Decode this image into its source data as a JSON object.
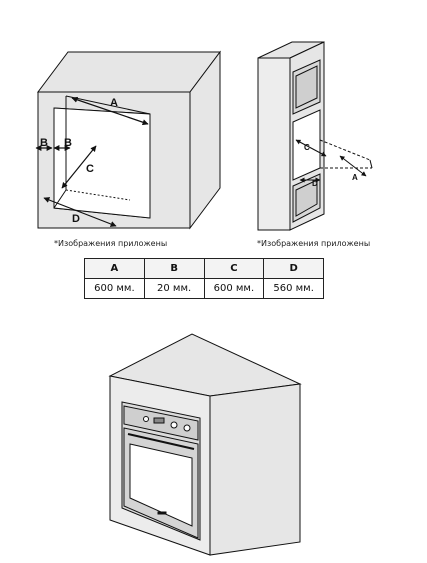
{
  "captions": {
    "left": "*Изображения приложены",
    "right": "*Изображения приложены"
  },
  "niche_labels": {
    "a": "A",
    "b_left": "B",
    "b_right": "B",
    "c": "C",
    "d": "D"
  },
  "column_labels": {
    "a": "A",
    "c": "C",
    "d": "D"
  },
  "table": {
    "headers": [
      "A",
      "B",
      "C",
      "D"
    ],
    "values": [
      "600 мм.",
      "20 мм.",
      "600 мм.",
      "560 мм."
    ]
  },
  "icons": [
    "cabinet-niche-diagram",
    "column-cabinet-diagram",
    "built-in-oven-diagram"
  ],
  "colors": {
    "cabinet_fill": "#e6e6e6",
    "line": "#111111"
  }
}
